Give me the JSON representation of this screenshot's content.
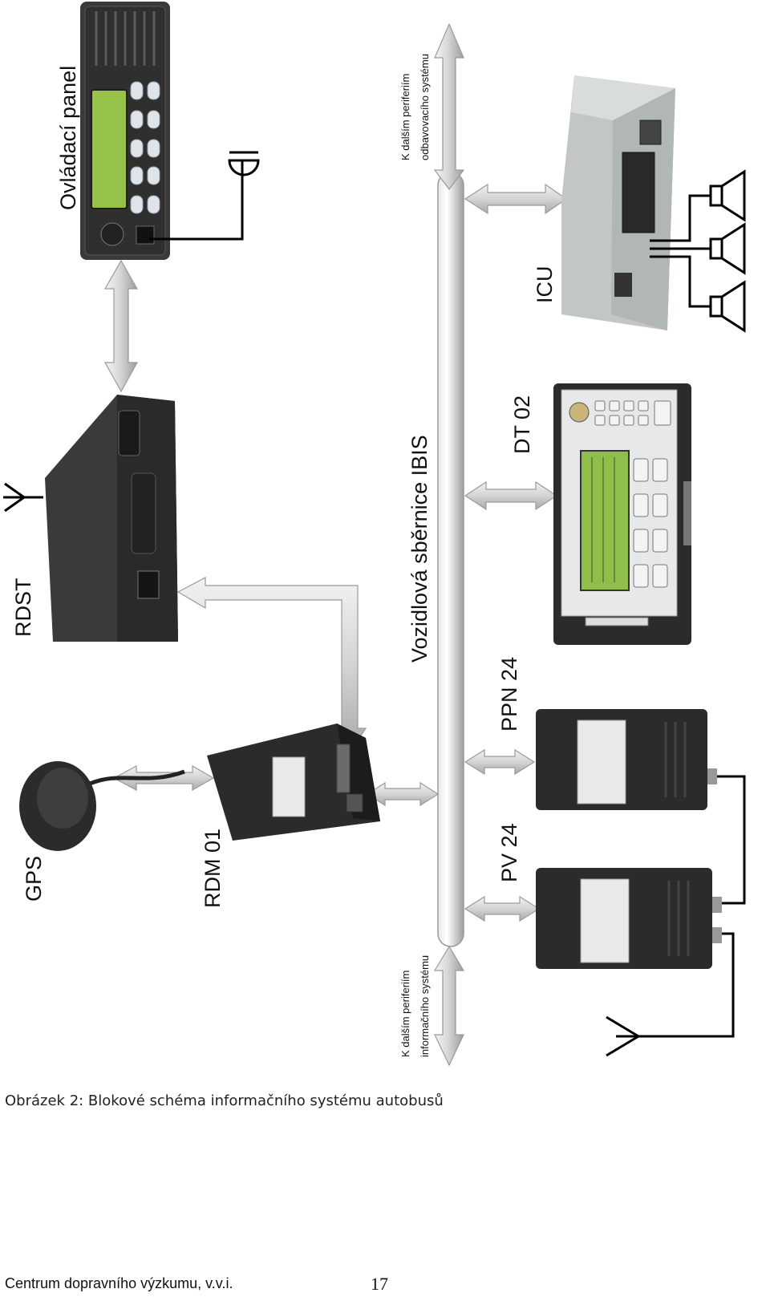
{
  "figure": {
    "nodes": [
      {
        "id": "control_panel",
        "label": "Ovládací panel"
      },
      {
        "id": "rdst",
        "label": "RDST"
      },
      {
        "id": "gps",
        "label": "GPS"
      },
      {
        "id": "rdm01",
        "label": "RDM 01"
      },
      {
        "id": "bus",
        "label": "Vozidlová sběrnice IBIS"
      },
      {
        "id": "icu",
        "label": "ICU"
      },
      {
        "id": "dt02",
        "label": "DT 02"
      },
      {
        "id": "ppn24",
        "label": "PPN 24"
      },
      {
        "id": "pv24",
        "label": "PV 24"
      }
    ],
    "bus_ends": {
      "top": [
        "K dalším periferiím",
        "odbavovacího systému"
      ],
      "bottom": [
        "K dalším periferiím",
        "informačního systému"
      ]
    },
    "edges": [
      {
        "from": "control_panel",
        "to": "rdst",
        "type": "bidirectional"
      },
      {
        "from": "gps",
        "to": "rdm01",
        "type": "bidirectional"
      },
      {
        "from": "rdm01",
        "to": "rdst",
        "type": "directed"
      },
      {
        "from": "rdm01",
        "to": "bus",
        "type": "bidirectional"
      },
      {
        "from": "bus",
        "to": "icu",
        "type": "bidirectional"
      },
      {
        "from": "bus",
        "to": "dt02",
        "type": "bidirectional"
      },
      {
        "from": "bus",
        "to": "ppn24",
        "type": "bidirectional"
      },
      {
        "from": "bus",
        "to": "pv24",
        "type": "bidirectional"
      }
    ]
  },
  "caption": "Obrázek 2: Blokové schéma informačního systému autobusů",
  "footer": {
    "left": "Centrum dopravního výzkumu, v.v.i.",
    "page_number": "17"
  },
  "colors": {
    "arrow_fill": "#d6d6d6",
    "arrow_stroke": "#9a9a9a",
    "device_dark": "#2b2b2b",
    "device_gray": "#b8bdbf",
    "lcd_green": "#8fbf4a",
    "wire": "#000000"
  }
}
